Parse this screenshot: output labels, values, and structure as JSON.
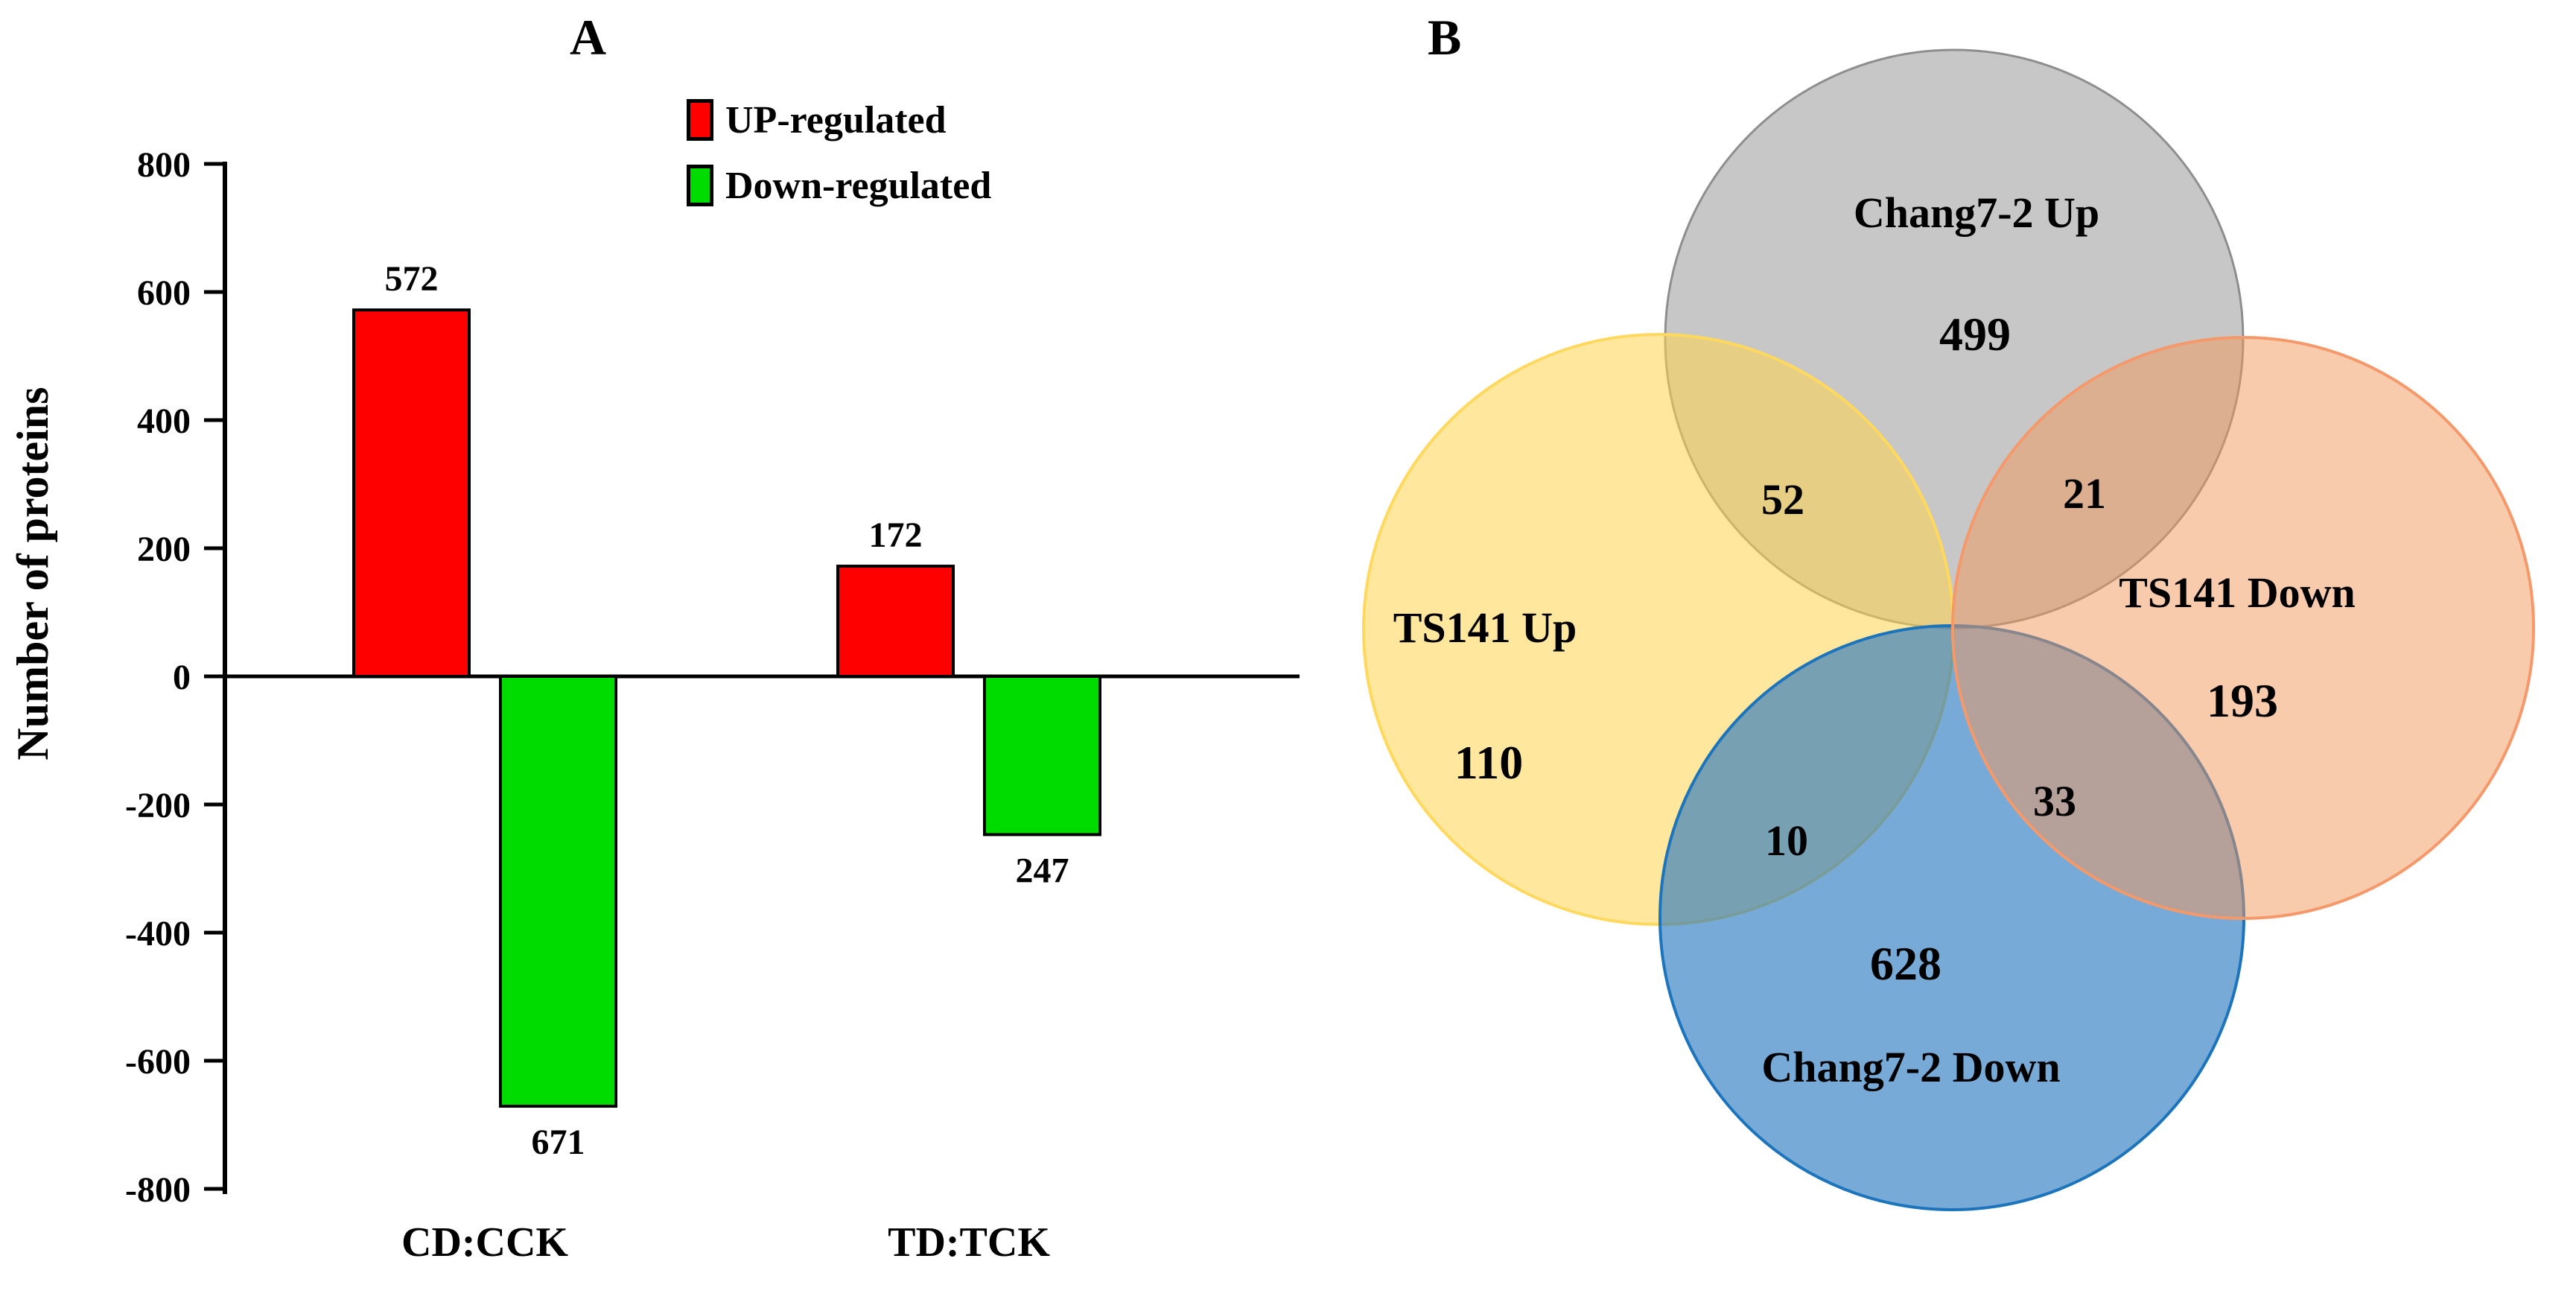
{
  "panels": {
    "a": {
      "label": "A"
    },
    "b": {
      "label": "B"
    }
  },
  "chart_data": {
    "type": "bar",
    "title": "",
    "xlabel": "",
    "ylabel": "Number of proteins",
    "ylim": [
      -800,
      800
    ],
    "yticks": [
      800,
      600,
      400,
      200,
      0,
      -200,
      -400,
      -600,
      -800
    ],
    "grid": false,
    "legend_position": "top-right",
    "categories": [
      "CD:CCK",
      "TD:TCK"
    ],
    "series": [
      {
        "name": "UP-regulated",
        "color": "#ff0000",
        "values": [
          572,
          172
        ]
      },
      {
        "name": "Down-regulated",
        "color": "#00db00",
        "values": [
          -671,
          -247
        ]
      }
    ],
    "bar_value_labels_shown_as_absolute": true
  },
  "legend": {
    "items": [
      {
        "label": "UP-regulated",
        "color": "#ff0000"
      },
      {
        "label": "Down-regulated",
        "color": "#00db00"
      }
    ]
  },
  "venn": {
    "sets": [
      {
        "id": "chang72-up",
        "label": "Chang7-2 Up",
        "value": "499",
        "fill": "#c7c7c7",
        "stroke": "#8e8e8e"
      },
      {
        "id": "ts141-up",
        "label": "TS141 Up",
        "value": "110",
        "fill": "#ffd34d",
        "stroke": "#ffd95e"
      },
      {
        "id": "ts141-down",
        "label": "TS141 Down",
        "value": "193",
        "fill": "#f4975c",
        "stroke": "#f5996b"
      },
      {
        "id": "chang72-down",
        "label": "Chang7-2 Down",
        "value": "628",
        "fill": "#2376be",
        "stroke": "#1b74bc"
      }
    ],
    "overlaps": [
      {
        "id": "chang72up-ts141up",
        "between": [
          "Chang7-2 Up",
          "TS141 Up"
        ],
        "value": "52"
      },
      {
        "id": "chang72up-ts141down",
        "between": [
          "Chang7-2 Up",
          "TS141 Down"
        ],
        "value": "21"
      },
      {
        "id": "ts141up-chang72down",
        "between": [
          "TS141 Up",
          "Chang7-2 Down"
        ],
        "value": "10"
      },
      {
        "id": "ts141down-chang72down",
        "between": [
          "TS141 Down",
          "Chang7-2 Down"
        ],
        "value": "33"
      }
    ]
  }
}
